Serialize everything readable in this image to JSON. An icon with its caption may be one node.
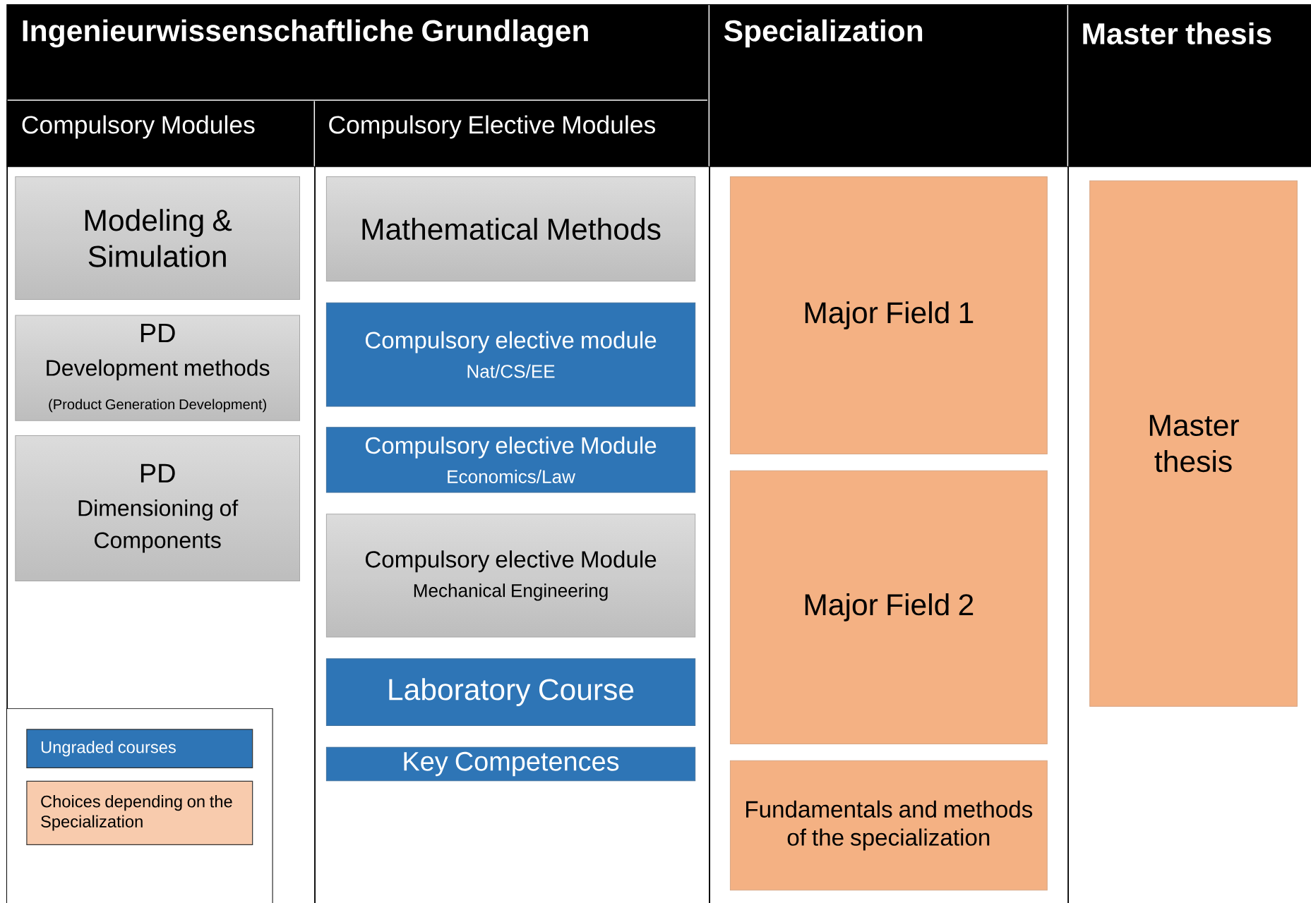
{
  "diagram": {
    "nodes": [
      {
        "text": [
          "Ingenieurwissenschaftliche Grundlagen"
        ]
      },
      {
        "text": [
          "Compulsory Modules"
        ],
        "in": 0
      },
      {
        "text": [
          "Compulsory Elective Modules"
        ],
        "in": 0
      },
      {
        "text": [
          "Specialization"
        ]
      },
      {
        "text": [
          "Master thesis"
        ]
      },
      {
        "text": [
          "Modeling & Simulation"
        ],
        "in": 1
      },
      {
        "text": [
          "PD",
          "Development methods",
          "(Product Generation Development)"
        ],
        "in": 1
      },
      {
        "text": [
          "PD",
          "Dimensioning of Components"
        ],
        "in": 1
      },
      {
        "text": [
          "Mathematical Methods"
        ],
        "in": 2
      },
      {
        "text": [
          "Compulsory elective module",
          "Nat/CS/EE"
        ],
        "in": 2
      },
      {
        "text": [
          "Compulsory elective Module",
          "Economics/Law"
        ],
        "in": 2
      },
      {
        "text": [
          "Compulsory elective Module",
          "Mechanical Engineering"
        ],
        "in": 2
      },
      {
        "text": [
          "Laboratory Course"
        ],
        "in": 2
      },
      {
        "text": [
          "Key Competences"
        ],
        "in": 2
      },
      {
        "text": [
          "Major Field 1"
        ],
        "in": 3
      },
      {
        "text": [
          "Major Field 2"
        ],
        "in": 3
      },
      {
        "text": [
          "Fundamentals and methods of the specialization"
        ],
        "in": 3
      },
      {
        "text": [
          "Master thesis"
        ],
        "in": 4
      }
    ],
    "legend": [
      {
        "text": "Ungraded courses",
        "color": "#2e75b6"
      },
      {
        "text": "Choices depending on the Specialization",
        "color": "#f8cbad"
      }
    ]
  }
}
